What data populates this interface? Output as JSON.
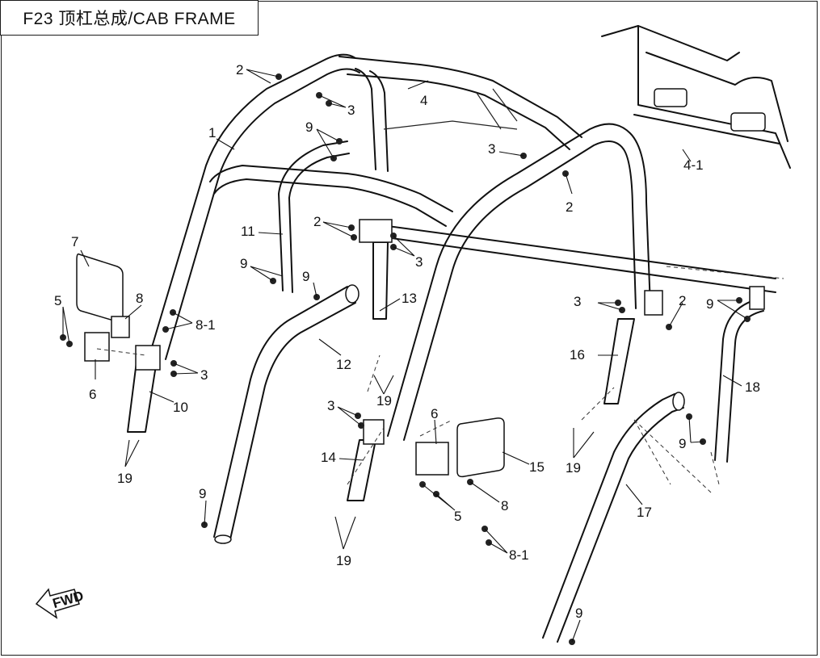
{
  "title": "F23 顶杠总成/CAB FRAME",
  "direction_label": "FWD",
  "callouts": [
    {
      "id": "c-1",
      "text": "1"
    },
    {
      "id": "c-2a",
      "text": "2"
    },
    {
      "id": "c-2b",
      "text": "2"
    },
    {
      "id": "c-2c",
      "text": "2"
    },
    {
      "id": "c-2d",
      "text": "2"
    },
    {
      "id": "c-3a",
      "text": "3"
    },
    {
      "id": "c-3b",
      "text": "3"
    },
    {
      "id": "c-3c",
      "text": "3"
    },
    {
      "id": "c-3d",
      "text": "3"
    },
    {
      "id": "c-3e",
      "text": "3"
    },
    {
      "id": "c-3f",
      "text": "3"
    },
    {
      "id": "c-4",
      "text": "4"
    },
    {
      "id": "c-4-1",
      "text": "4-1"
    },
    {
      "id": "c-5a",
      "text": "5"
    },
    {
      "id": "c-5b",
      "text": "5"
    },
    {
      "id": "c-6a",
      "text": "6"
    },
    {
      "id": "c-6b",
      "text": "6"
    },
    {
      "id": "c-7",
      "text": "7"
    },
    {
      "id": "c-8a",
      "text": "8"
    },
    {
      "id": "c-8b",
      "text": "8"
    },
    {
      "id": "c-8-1a",
      "text": "8-1"
    },
    {
      "id": "c-8-1b",
      "text": "8-1"
    },
    {
      "id": "c-9a",
      "text": "9"
    },
    {
      "id": "c-9b",
      "text": "9"
    },
    {
      "id": "c-9c",
      "text": "9"
    },
    {
      "id": "c-9d",
      "text": "9"
    },
    {
      "id": "c-9e",
      "text": "9"
    },
    {
      "id": "c-9f",
      "text": "9"
    },
    {
      "id": "c-9g",
      "text": "9"
    },
    {
      "id": "c-10",
      "text": "10"
    },
    {
      "id": "c-11",
      "text": "11"
    },
    {
      "id": "c-12",
      "text": "12"
    },
    {
      "id": "c-13",
      "text": "13"
    },
    {
      "id": "c-14",
      "text": "14"
    },
    {
      "id": "c-15",
      "text": "15"
    },
    {
      "id": "c-16",
      "text": "16"
    },
    {
      "id": "c-17",
      "text": "17"
    },
    {
      "id": "c-18",
      "text": "18"
    },
    {
      "id": "c-19a",
      "text": "19"
    },
    {
      "id": "c-19b",
      "text": "19"
    },
    {
      "id": "c-19c",
      "text": "19"
    },
    {
      "id": "c-19d",
      "text": "19"
    }
  ]
}
